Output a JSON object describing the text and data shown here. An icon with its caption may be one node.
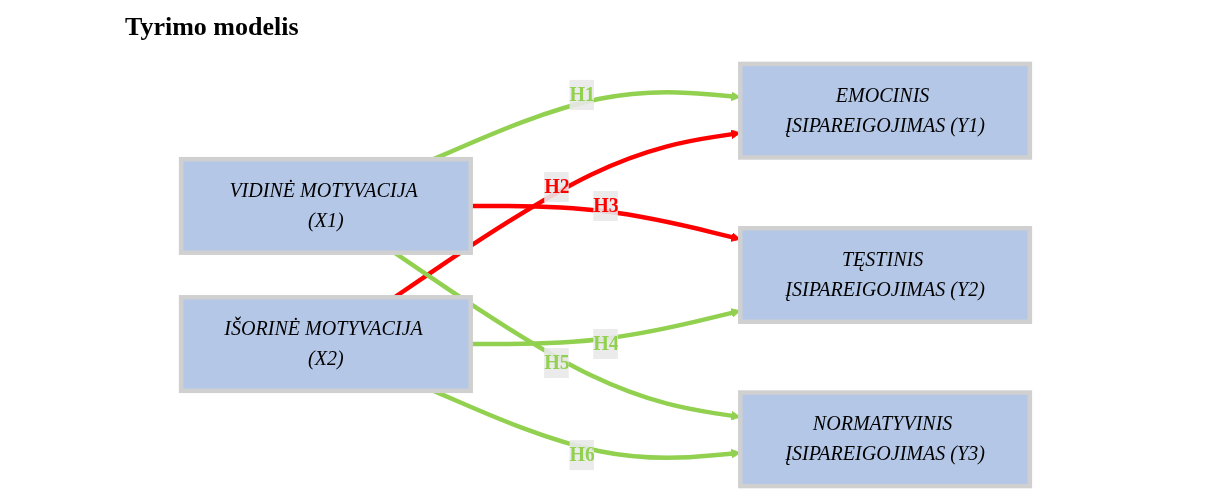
{
  "diagram": {
    "title": "Tyrimo modelis",
    "nodes": [
      {
        "text": [
          "VIDINĖ MOTYVACIJA (X1)"
        ]
      },
      {
        "text": [
          "IŠORINĖ MOTYVACIJA (X2)"
        ]
      },
      {
        "text": [
          "EMOCINIS ĮSIPAREIGOJIMAS (Y1)"
        ]
      },
      {
        "text": [
          "TĘSTINIS ĮSIPAREIGOJIMAS (Y2)"
        ]
      },
      {
        "text": [
          "NORMATYVINIS ĮSIPAREIGOJIMAS (Y3)"
        ]
      }
    ],
    "edges": [
      {
        "from": 0,
        "to": 2,
        "arrow": "to",
        "label": "H1"
      },
      {
        "from": 1,
        "to": 2,
        "arrow": "to",
        "label": "H2",
        "color": "#ff0000"
      },
      {
        "from": 0,
        "to": 3,
        "arrow": "to",
        "label": "H3",
        "color": "#ff0000"
      },
      {
        "from": 1,
        "to": 3,
        "arrow": "to",
        "label": "H4"
      },
      {
        "from": 0,
        "to": 4,
        "arrow": "to",
        "label": "H5"
      },
      {
        "from": 1,
        "to": 4,
        "arrow": "to",
        "label": "H6"
      }
    ]
  }
}
